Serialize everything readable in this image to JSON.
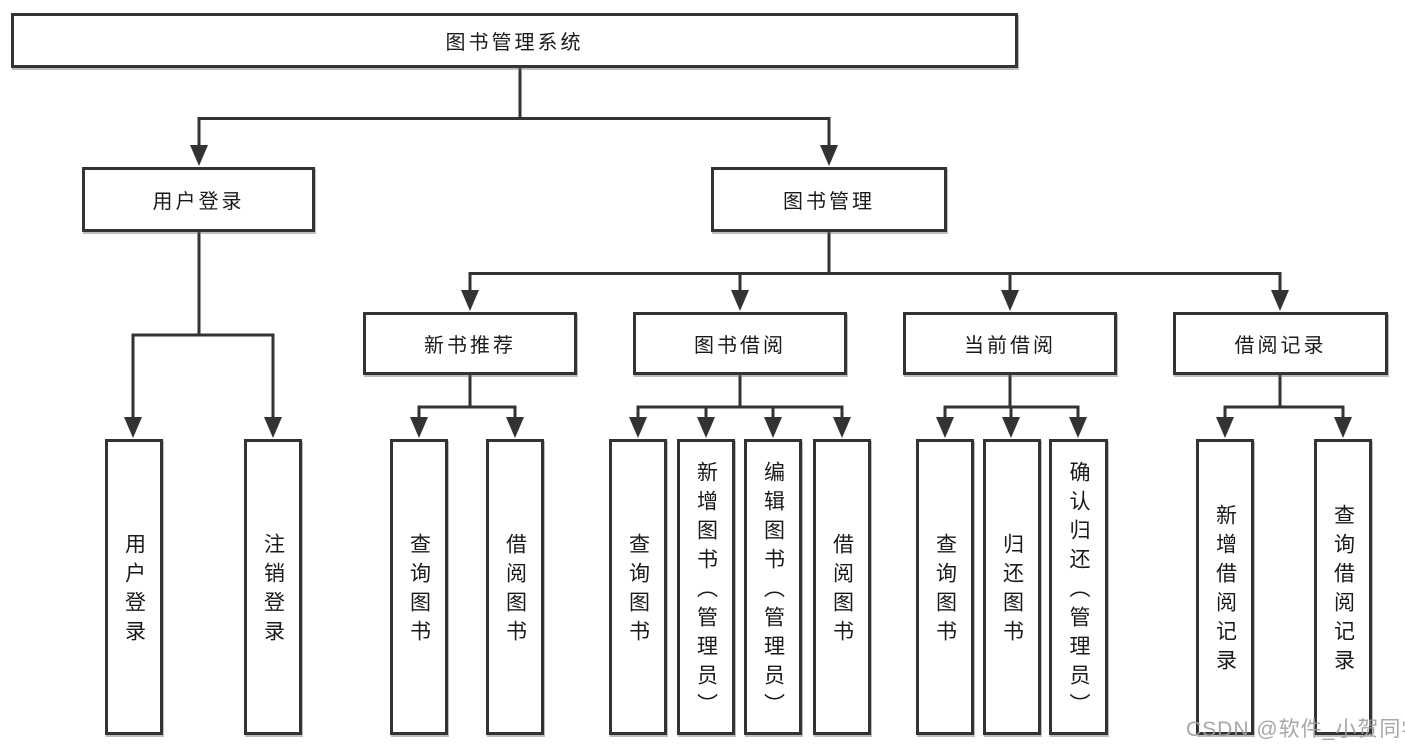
{
  "diagram": {
    "root_label": "图书管理系统",
    "level2": {
      "user_login": {
        "label": "用户登录",
        "leaves": [
          "用户登录",
          "注销登录"
        ]
      },
      "book_mgmt": {
        "label": "图书管理",
        "children": {
          "new_book_rec": {
            "label": "新书推荐",
            "leaves": [
              "查询图书",
              "借阅图书"
            ]
          },
          "book_borrow": {
            "label": "图书借阅",
            "leaves": [
              "查询图书",
              "新增图书（管理员）",
              "编辑图书（管理员）",
              "借阅图书"
            ]
          },
          "current_borrow": {
            "label": "当前借阅",
            "leaves": [
              "查询图书",
              "归还图书",
              "确认归还（管理员）"
            ]
          },
          "borrow_record": {
            "label": "借阅记录",
            "leaves": [
              "新增借阅记录",
              "查询借阅记录"
            ]
          }
        }
      }
    }
  },
  "watermark": {
    "text": "CSDN @软件_小贺同学"
  },
  "colors": {
    "line": "#333333",
    "text": "#1a1a1a",
    "watermark": "#a0a0a0",
    "background": "#ffffff"
  }
}
